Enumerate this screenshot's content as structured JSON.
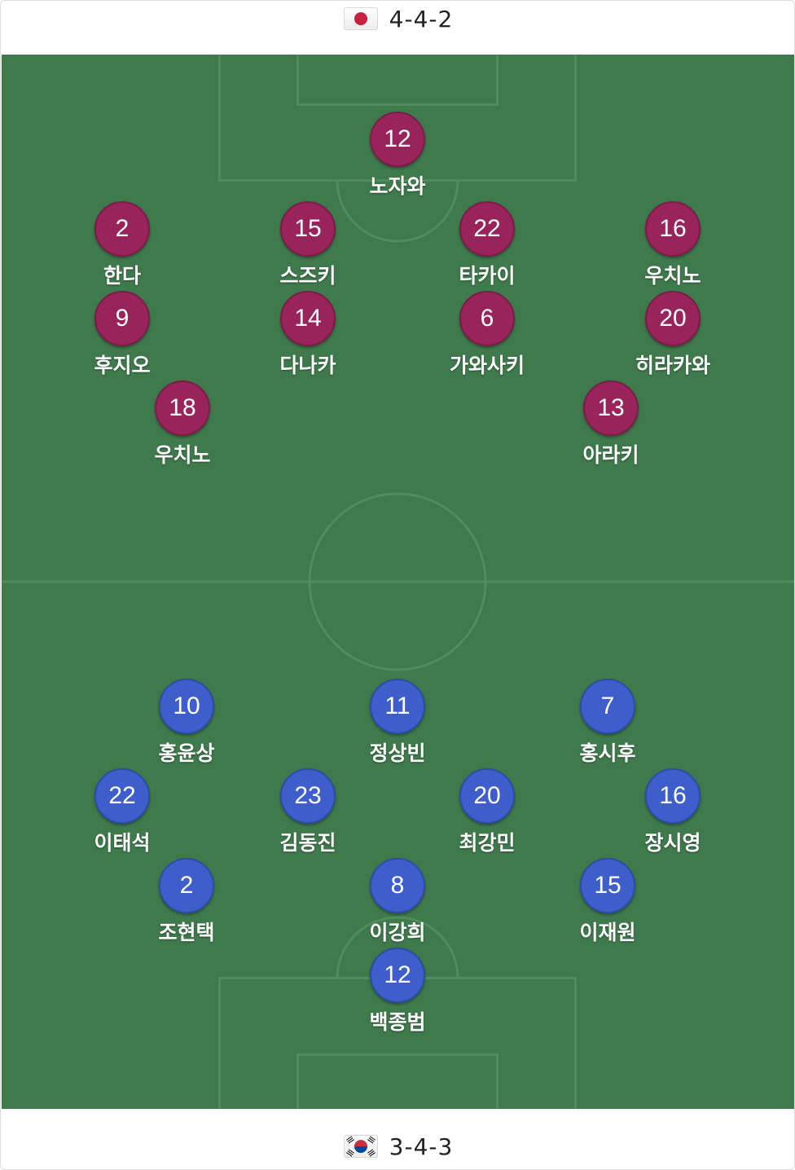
{
  "away_team": {
    "flag_icon": "japan-flag-icon",
    "formation": "4-4-2",
    "badge_color": "#98245b",
    "players": [
      {
        "number": "12",
        "name": "노자와"
      },
      {
        "number": "2",
        "name": "한다"
      },
      {
        "number": "15",
        "name": "스즈키"
      },
      {
        "number": "22",
        "name": "타카이"
      },
      {
        "number": "16",
        "name": "우치노"
      },
      {
        "number": "9",
        "name": "후지오"
      },
      {
        "number": "14",
        "name": "다나카"
      },
      {
        "number": "6",
        "name": "가와사키"
      },
      {
        "number": "20",
        "name": "히라카와"
      },
      {
        "number": "18",
        "name": "우치노"
      },
      {
        "number": "13",
        "name": "아라키"
      }
    ]
  },
  "home_team": {
    "flag_icon": "south-korea-flag-icon",
    "formation": "3-4-3",
    "badge_color": "#3e5fcb",
    "players": [
      {
        "number": "10",
        "name": "홍윤상"
      },
      {
        "number": "11",
        "name": "정상빈"
      },
      {
        "number": "7",
        "name": "홍시후"
      },
      {
        "number": "22",
        "name": "이태석"
      },
      {
        "number": "23",
        "name": "김동진"
      },
      {
        "number": "20",
        "name": "최강민"
      },
      {
        "number": "16",
        "name": "장시영"
      },
      {
        "number": "2",
        "name": "조현택"
      },
      {
        "number": "8",
        "name": "이강희"
      },
      {
        "number": "15",
        "name": "이재원"
      },
      {
        "number": "12",
        "name": "백종범"
      }
    ]
  },
  "colors": {
    "pitch": "#3f7a4c",
    "pitch_lines": "#4e8d5b"
  }
}
